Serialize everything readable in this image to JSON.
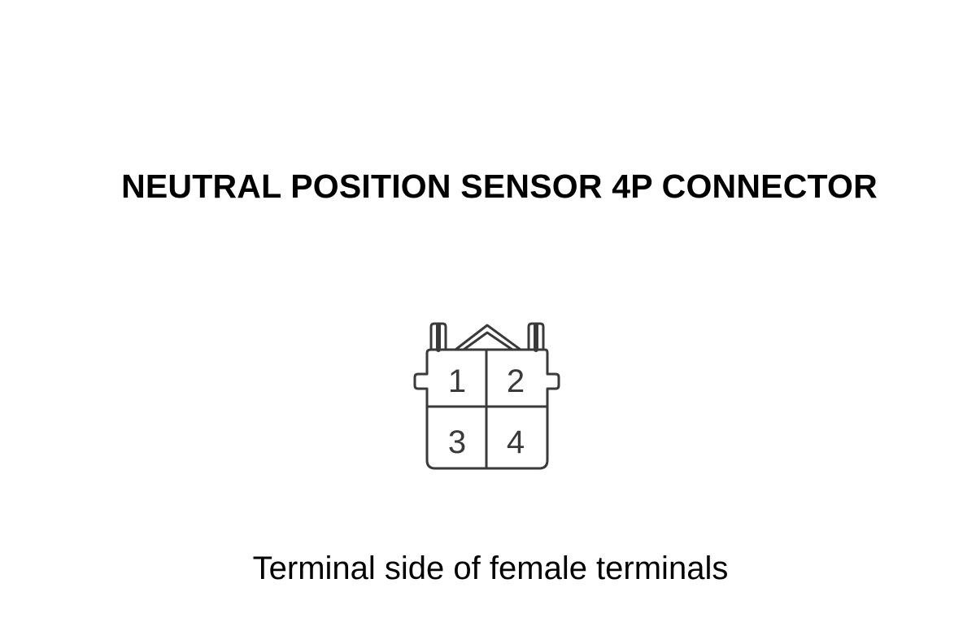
{
  "diagram": {
    "title": "NEUTRAL POSITION SENSOR 4P CONNECTOR",
    "caption": "Terminal side of female terminals",
    "pins": [
      "1",
      "2",
      "3",
      "4"
    ],
    "stroke_color": "#3a3a3a"
  }
}
